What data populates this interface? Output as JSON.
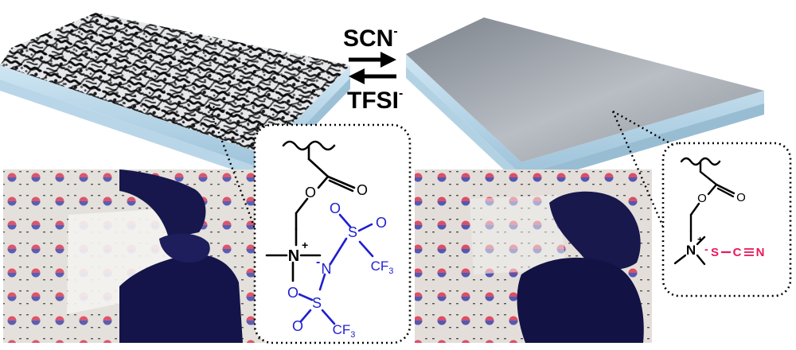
{
  "ions": {
    "forward": "SCN",
    "forward_charge": "-",
    "reverse": "TFSI",
    "reverse_charge": "-"
  },
  "structure_tfsi": {
    "ammonium_n": "N",
    "plus": "+",
    "sulfonyl_s1": "S",
    "sulfonyl_s2": "S",
    "imide_n": "N",
    "imide_charge": "-",
    "cf3_top": "CF",
    "cf3_top_sub": "3",
    "cf3_bottom": "CF",
    "cf3_bottom_sub": "3",
    "oxygen_ester": "O",
    "oxygen_carbonyl": "O",
    "oxygen_s1_a": "O",
    "oxygen_s1_b": "O",
    "oxygen_s2_a": "O",
    "oxygen_s2_b": "O"
  },
  "structure_scn": {
    "ammonium_n": "N",
    "plus": "+",
    "thiocyanate_s": "S",
    "thiocyanate_charge": "-",
    "thiocyanate_c": "C",
    "thiocyanate_n": "N",
    "oxygen_ester": "O",
    "oxygen_carbonyl": "O"
  },
  "colors": {
    "tfsi_anion": "#1f1fd0",
    "scn_anion": "#e8185a",
    "bond": "#000000",
    "glove": "#15154a",
    "film_porous": "#d8dde6",
    "film_smooth": "#8a8f96"
  }
}
